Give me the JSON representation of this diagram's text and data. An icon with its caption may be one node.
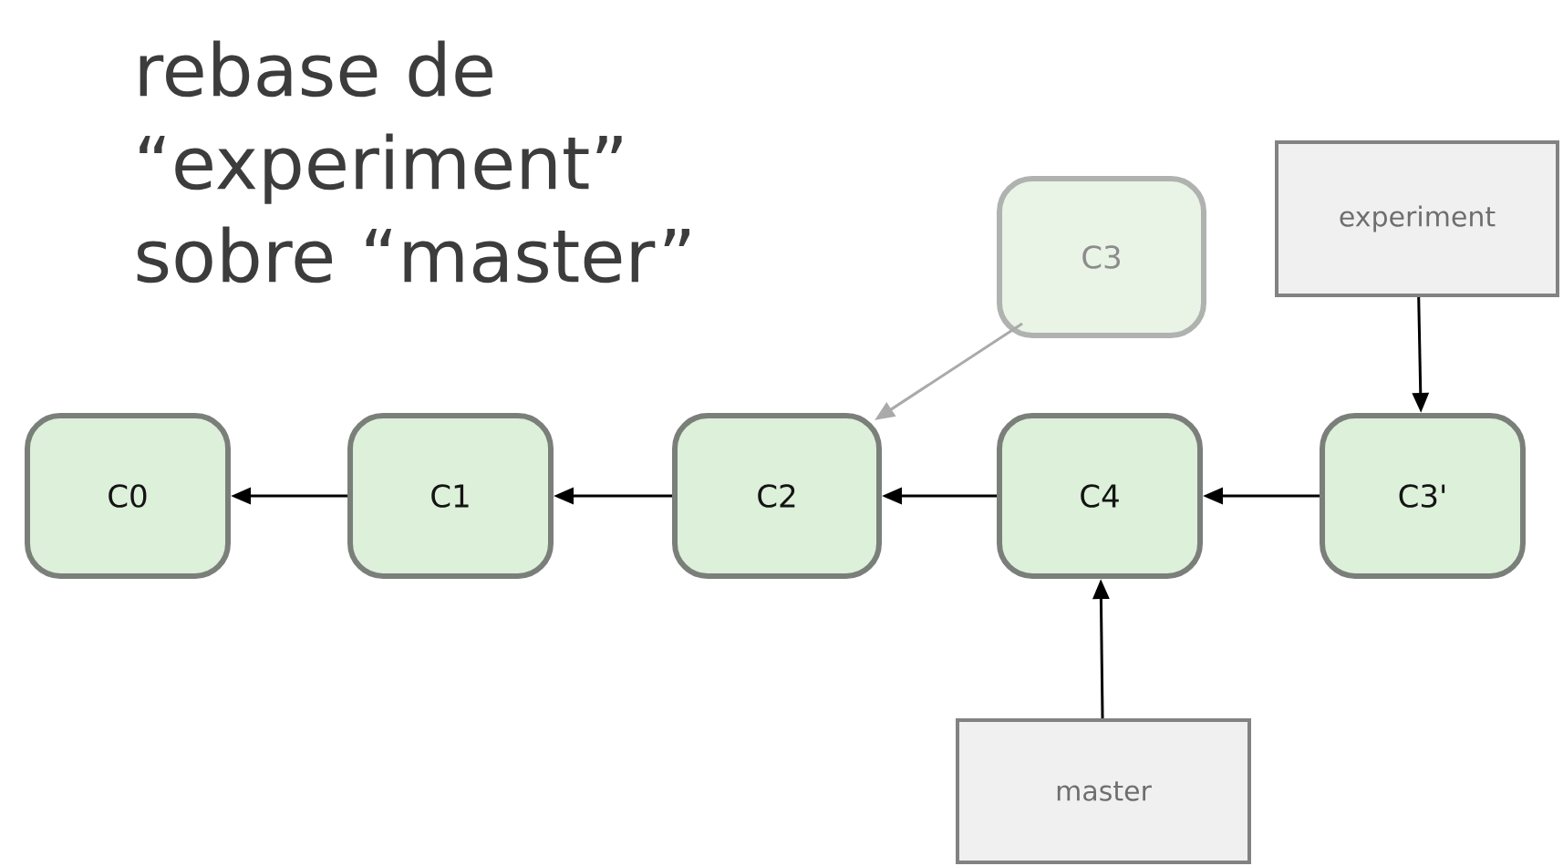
{
  "diagram": {
    "title": "rebase de “experiment” sobre “master”",
    "nodes": [
      {
        "text": [
          "C0"
        ]
      },
      {
        "text": [
          "C1"
        ]
      },
      {
        "text": [
          "C2"
        ]
      },
      {
        "text": [
          "C4"
        ]
      },
      {
        "text": [
          "C3'"
        ]
      },
      {
        "text": [
          "C3"
        ]
      },
      {
        "text": [
          "experiment"
        ]
      },
      {
        "text": [
          "master"
        ]
      }
    ],
    "edges": [
      {
        "from": 1,
        "to": 0,
        "arrow": "to"
      },
      {
        "from": 2,
        "to": 1,
        "arrow": "to"
      },
      {
        "from": 3,
        "to": 2,
        "arrow": "to"
      },
      {
        "from": 4,
        "to": 3,
        "arrow": "to"
      },
      {
        "from": 5,
        "to": 2,
        "arrow": "to",
        "color": "#aaaaaa"
      },
      {
        "from": 6,
        "to": 4,
        "arrow": "to"
      },
      {
        "from": 7,
        "to": 3,
        "arrow": "to"
      }
    ]
  }
}
